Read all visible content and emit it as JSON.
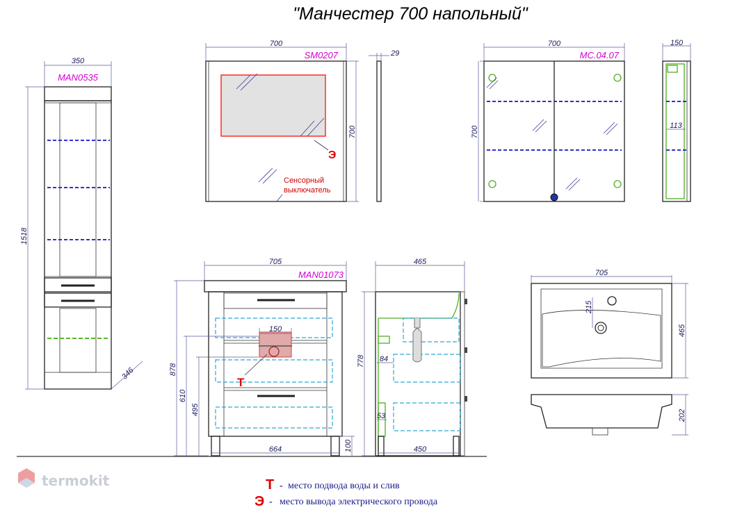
{
  "title": "\"Манчестер 700 напольный\"",
  "brand": {
    "name": "termokit",
    "color": "#c9ced6"
  },
  "colors": {
    "code": "#d400d4",
    "marker": "#e00000",
    "dimension": "#1a1a5a",
    "shelf": "#3030d0",
    "cyan_dash": "#2aa8d8",
    "green": "#4caf20"
  },
  "components": {
    "column": {
      "code": "MAN0535",
      "width": "350",
      "height": "1518",
      "depth": "346"
    },
    "mirror": {
      "code": "SM0207",
      "width": "700",
      "height": "700",
      "depth": "29",
      "sensor_note_line1": "Сенсорный",
      "sensor_note_line2": "выключатель",
      "electric_marker": "Э"
    },
    "cabinet": {
      "code": "MC.04.07",
      "width": "700",
      "height": "700",
      "depth": "150",
      "shelf_depth": "113"
    },
    "vanity": {
      "code": "MAN01073",
      "width": "705",
      "height": "878",
      "inner_width": "664",
      "leg_height": "100",
      "h610": "610",
      "h495": "495",
      "plumbing_width": "150",
      "water_marker": "T"
    },
    "vanity_side": {
      "depth": "465",
      "height": "778",
      "depth_inner": "450",
      "d84": "84",
      "d53": "53"
    },
    "sink": {
      "width": "705",
      "depth": "465",
      "offset": "215",
      "height": "202"
    }
  },
  "legend": [
    {
      "symbol": "T",
      "dash": "-",
      "text": "место подвода воды и слив"
    },
    {
      "symbol": "Э",
      "dash": "-",
      "text": "место вывода электрического провода"
    }
  ]
}
